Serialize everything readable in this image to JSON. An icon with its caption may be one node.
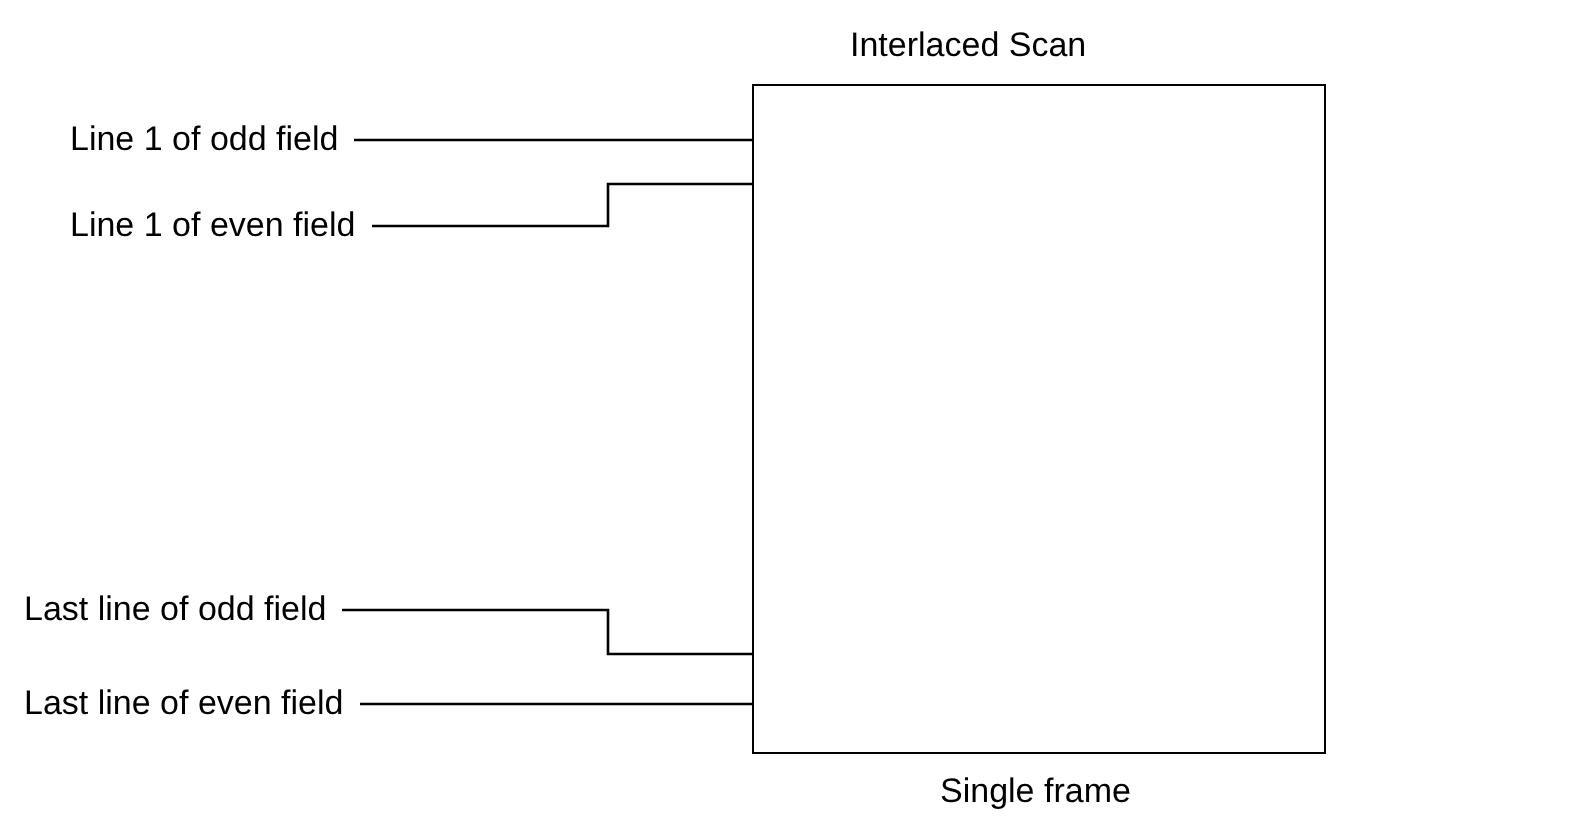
{
  "diagram": {
    "title": "Interlaced Scan",
    "caption": "Single frame",
    "nodes": [
      {
        "text": [],
        "shape": "box"
      },
      {
        "text": [
          "Line 1 of odd field"
        ]
      },
      {
        "text": [
          "Line 1 of even field"
        ]
      },
      {
        "text": [
          "Last line of odd field"
        ]
      },
      {
        "text": [
          "Last line of even field"
        ]
      }
    ],
    "edges": [
      {
        "from": 1,
        "to": 0,
        "arrow": "none"
      },
      {
        "from": 2,
        "to": 0,
        "arrow": "none"
      },
      {
        "from": 3,
        "to": 0,
        "arrow": "none"
      },
      {
        "from": 4,
        "to": 0,
        "arrow": "none"
      }
    ]
  }
}
